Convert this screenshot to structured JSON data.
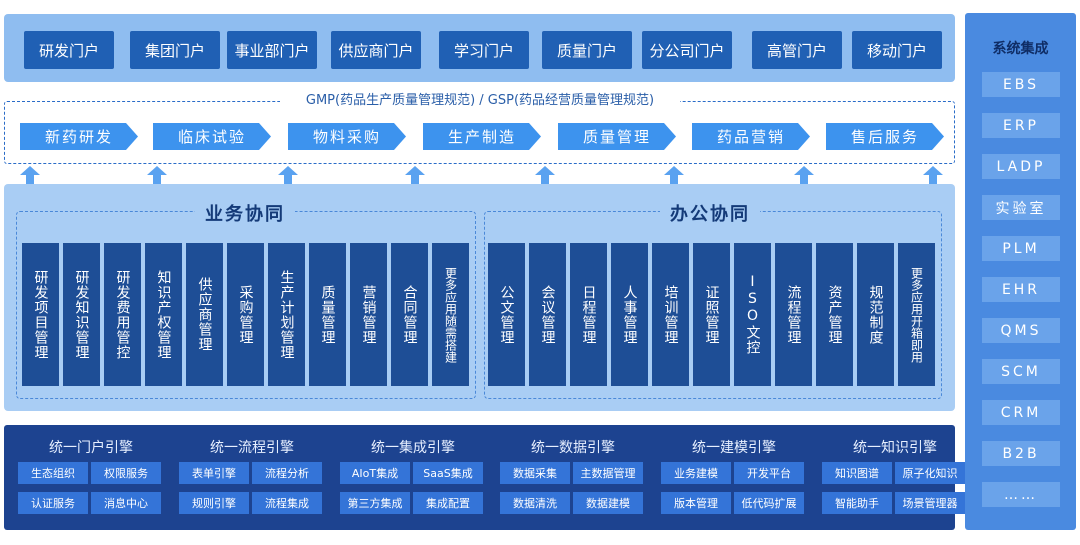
{
  "portals": [
    "研发门户",
    "集团门户",
    "事业部门户",
    "供应商门户",
    "学习门户",
    "质量门户",
    "分公司门户",
    "高管门户",
    "移动门户"
  ],
  "gmp_title": "GMP(药品生产质量管理规范) / GSP(药品经营质量管理规范)",
  "process_steps": [
    "新药研发",
    "临床试验",
    "物料采购",
    "生产制造",
    "质量管理",
    "药品营销",
    "售后服务"
  ],
  "business": {
    "title": "业务协同",
    "items": [
      "研发项目管理",
      "研发知识管理",
      "研发费用管控",
      "知识产权管理",
      "供应商管理",
      "采购管理",
      "生产计划管理",
      "质量管理",
      "营销管理",
      "合同管理",
      "更多应用随需搭建"
    ]
  },
  "office": {
    "title": "办公协同",
    "items": [
      "公文管理",
      "会议管理",
      "日程管理",
      "人事管理",
      "培训管理",
      "证照管理",
      "ISO文控",
      "流程管理",
      "资产管理",
      "规范制度",
      "更多应用开箱即用"
    ]
  },
  "engines": [
    {
      "title": "统一门户引擎",
      "buttons": [
        "生态组织",
        "权限服务",
        "认证服务",
        "消息中心"
      ]
    },
    {
      "title": "统一流程引擎",
      "buttons": [
        "表单引擎",
        "流程分析",
        "规则引擎",
        "流程集成"
      ]
    },
    {
      "title": "统一集成引擎",
      "buttons": [
        "AIoT集成",
        "SaaS集成",
        "第三方集成",
        "集成配置"
      ]
    },
    {
      "title": "统一数据引擎",
      "buttons": [
        "数据采集",
        "主数据管理",
        "数据清洗",
        "数据建模"
      ]
    },
    {
      "title": "统一建模引擎",
      "buttons": [
        "业务建模",
        "开发平台",
        "版本管理",
        "低代码扩展"
      ]
    },
    {
      "title": "统一知识引擎",
      "buttons": [
        "知识图谱",
        "原子化知识",
        "智能助手",
        "场景管理器"
      ]
    }
  ],
  "system": {
    "title": "系统集成",
    "items": [
      "EBS",
      "ERP",
      "LADP",
      "实验室",
      "PLM",
      "EHR",
      "QMS",
      "SCM",
      "CRM",
      "B2B",
      "……"
    ]
  }
}
